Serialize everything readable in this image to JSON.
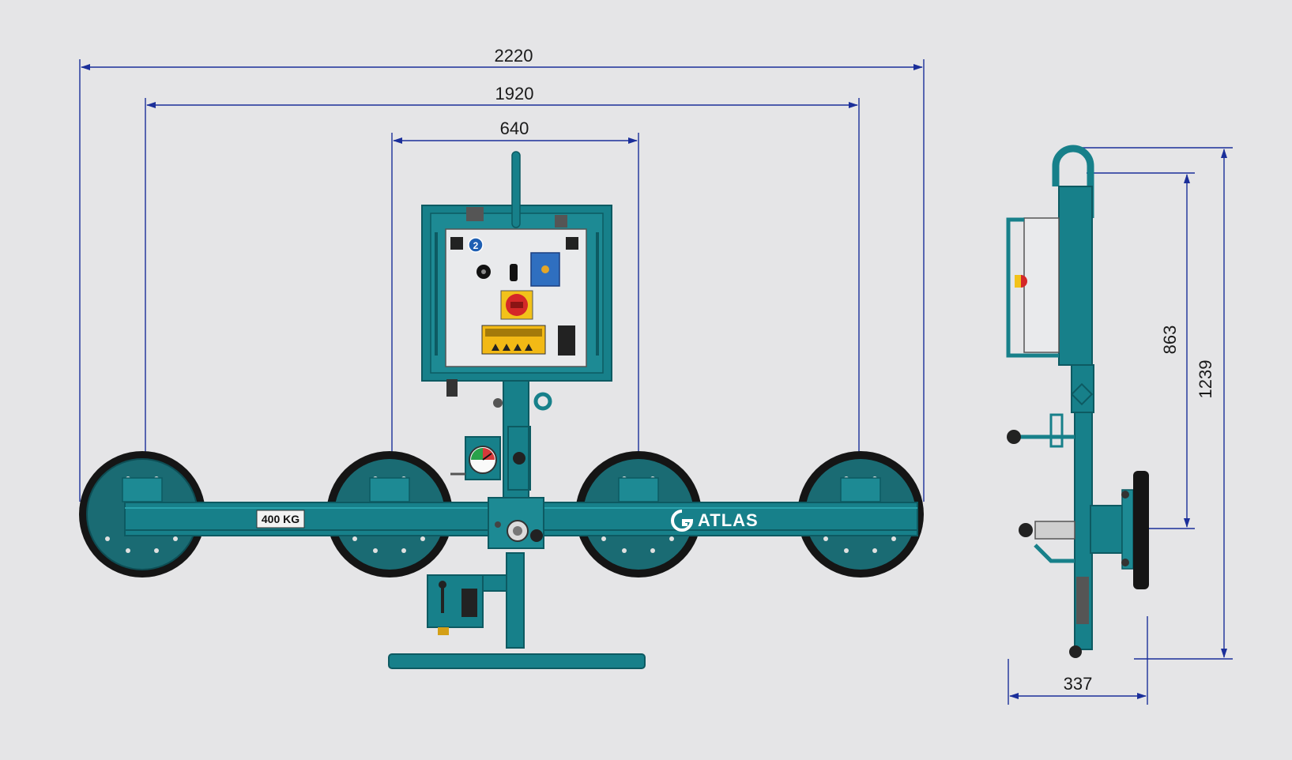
{
  "dimensions": {
    "overall_width": "2220",
    "pad_span_outer": "1920",
    "pad_span_inner": "640",
    "side_height_total": "1239",
    "side_height_frame": "863",
    "side_depth": "337"
  },
  "labels": {
    "capacity_badge": "400 KG",
    "brand": "ATLAS",
    "gauge_number": "2"
  },
  "colors": {
    "frame_teal": "#17808a",
    "frame_dark": "#0d5a62",
    "dimension_line": "#1b2f9a",
    "pad_black": "#151515",
    "panel_grey": "#e9eaec",
    "background": "#e5e5e7"
  },
  "icons": [
    "emergency-stop-icon",
    "pressure-gauge-icon",
    "warning-label-icon",
    "brand-logo-icon",
    "control-handle-icon"
  ]
}
